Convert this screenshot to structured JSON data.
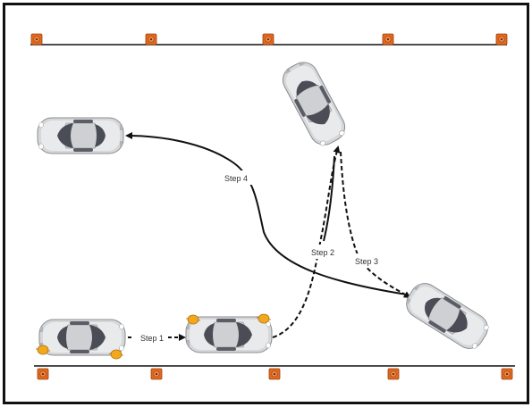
{
  "diagram": {
    "steps": [
      {
        "id": "step1",
        "label": "Step 1"
      },
      {
        "id": "step2",
        "label": "Step 2"
      },
      {
        "id": "step3",
        "label": "Step 3"
      },
      {
        "id": "step4",
        "label": "Step 4"
      }
    ],
    "colors": {
      "frame": "#111111",
      "road_line": "#111111",
      "cone": "#e0681f",
      "cone_dark": "#a3410c",
      "car_body": "#d7d8da",
      "car_glass": "#4a4d55",
      "indicator": "#f0a81e",
      "arrow": "#111111"
    },
    "icons": {
      "cone": "traffic-cone-icon",
      "car": "car-icon",
      "indicator": "turn-signal-icon"
    }
  }
}
